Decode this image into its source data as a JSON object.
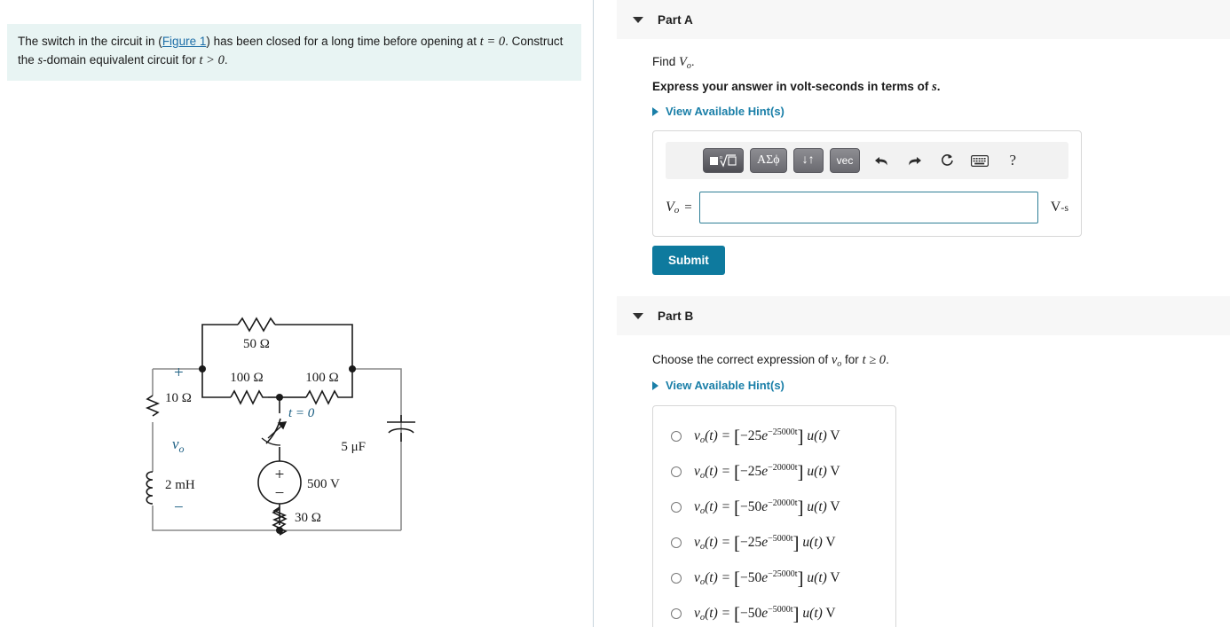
{
  "problem": {
    "text_before_link": "The switch in the circuit in (",
    "figure_link": "Figure 1",
    "text_after_link": ") has been closed for a long time before opening at ",
    "t_eq_zero": "t = 0",
    "sentence_tail": ". Construct the ",
    "s_var": "s",
    "sentence_tail2": "-domain equivalent circuit for ",
    "t_gt_zero": "t > 0",
    "period": "."
  },
  "circuit": {
    "r_top": "50 Ω",
    "r_left_mid": "100 Ω",
    "r_right_mid": "100 Ω",
    "r_left_vert": "10 Ω",
    "inductor": "2 mH",
    "r_bottom": "30 Ω",
    "source": "500 V",
    "capacitor": "5 μF",
    "switch_label": "t = 0",
    "vo_label": "v",
    "vo_sub": "o",
    "plus": "+",
    "minus": "−",
    "source_plus": "+",
    "source_minus": "−"
  },
  "colors": {
    "accent_link": "#1a7fa8",
    "submit_bg": "#0e7a9e",
    "problem_bg": "#e8f4f3",
    "circuit_blue": "#1b5e82",
    "input_border": "#2f7f96",
    "header_bg": "#f7f7f7"
  },
  "partA": {
    "title": "Part A",
    "prompt_prefix": "Find ",
    "prompt_var": "V",
    "prompt_var_sub": "o",
    "prompt_suffix": ".",
    "instruction_prefix": "Express your answer in volt-seconds in terms of ",
    "instruction_var": "s",
    "instruction_suffix": ".",
    "hint_label": "View Available Hint(s)",
    "toolbar": {
      "buttons": [
        {
          "name": "template-sqrt-button",
          "label": "■√□"
        },
        {
          "name": "greek-symbols-button",
          "label": "ΑΣϕ"
        },
        {
          "name": "sort-arrows-button",
          "label": "↓↑"
        },
        {
          "name": "vector-button",
          "label": "vec"
        }
      ],
      "icons": [
        {
          "name": "undo-icon",
          "glyph": "undo"
        },
        {
          "name": "redo-icon",
          "glyph": "redo"
        },
        {
          "name": "reset-icon",
          "glyph": "reset"
        },
        {
          "name": "keyboard-icon",
          "glyph": "keyboard"
        },
        {
          "name": "help-icon",
          "glyph": "?"
        }
      ]
    },
    "answer_var": "V",
    "answer_var_sub": "o",
    "equals": "=",
    "answer_value": "",
    "answer_placeholder": "",
    "unit_main": "V",
    "unit_sub": "-s",
    "submit_label": "Submit"
  },
  "partB": {
    "title": "Part B",
    "prompt_prefix": "Choose the correct expression of ",
    "prompt_var": "v",
    "prompt_var_sub": "o",
    "prompt_mid": " for ",
    "prompt_cond": "t ≥ 0",
    "prompt_suffix": ".",
    "hint_label": "View Available Hint(s)",
    "options": [
      {
        "coef": "−25",
        "exp": "−25000t",
        "selected": false
      },
      {
        "coef": "−25",
        "exp": "−20000t",
        "selected": false
      },
      {
        "coef": "−50",
        "exp": "−20000t",
        "selected": false
      },
      {
        "coef": "−25",
        "exp": "−5000t",
        "selected": false
      },
      {
        "coef": "−50",
        "exp": "−25000t",
        "selected": false
      },
      {
        "coef": "−50",
        "exp": "−5000t",
        "selected": false
      }
    ],
    "option_lhs_var": "v",
    "option_lhs_sub": "o",
    "option_lhs_arg": "(t) = ",
    "option_e": "e",
    "option_tail": " u(t) V"
  }
}
